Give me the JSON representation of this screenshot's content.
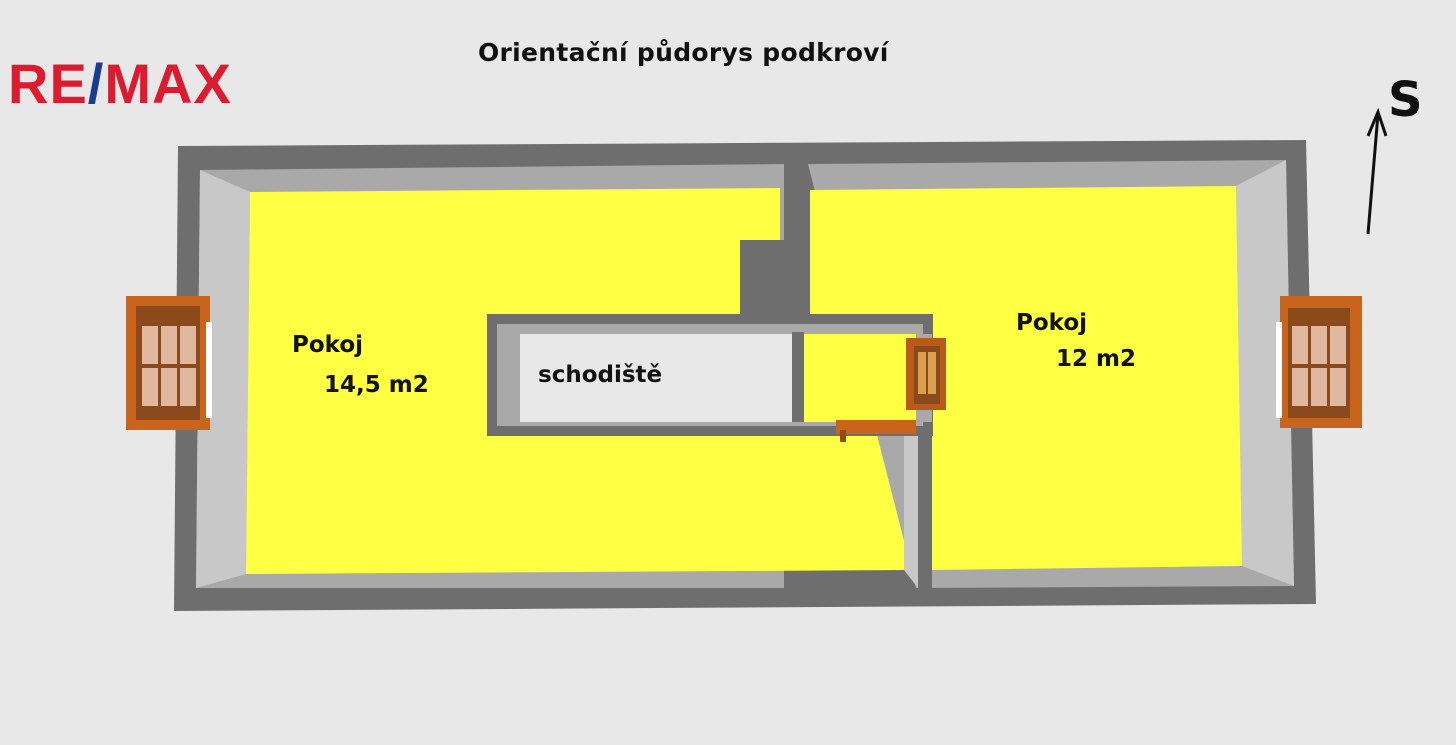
{
  "title": "Orientační půdorys podkroví",
  "logo": {
    "left": "RE",
    "slash": "/",
    "right": "MAX"
  },
  "compass": {
    "letter": "S"
  },
  "rooms": [
    {
      "name": "Pokoj",
      "area": "14,5 m2"
    },
    {
      "name": "Pokoj",
      "area": "12 m2"
    }
  ],
  "stairs": {
    "label": "schodiště"
  },
  "colors": {
    "floor": "#ffff44",
    "wall_dark": "#6e6e6e",
    "wall_light": "#a9a9a9",
    "window_wood": "#c8641c",
    "brand_red": "#dc1c2e",
    "brand_blue": "#1a3c8f"
  }
}
